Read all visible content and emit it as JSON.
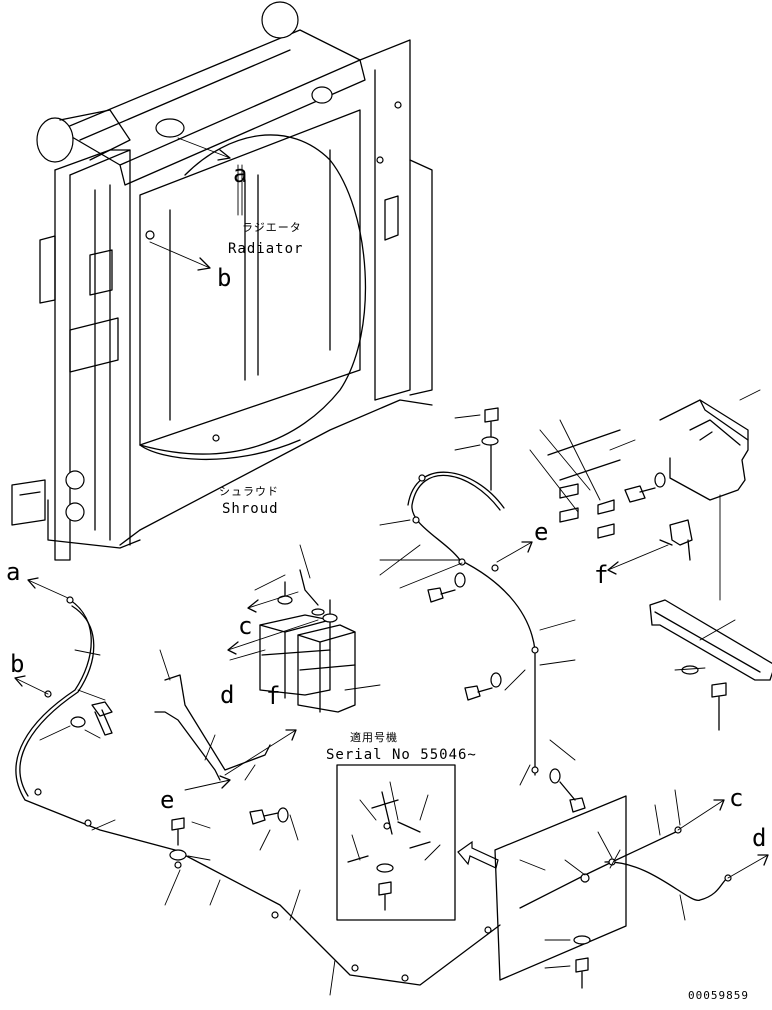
{
  "parts": {
    "radiator_jp": "ラジエータ",
    "radiator_en": "Radiator",
    "shroud_jp": "シュラウド",
    "shroud_en": "Shroud"
  },
  "serial": {
    "heading": "適用号機",
    "number": "Serial No 55046~"
  },
  "view_letters": {
    "a": "a",
    "b": "b",
    "c": "c",
    "d": "d",
    "e": "e",
    "f": "f"
  },
  "drawing_number": "00059859"
}
